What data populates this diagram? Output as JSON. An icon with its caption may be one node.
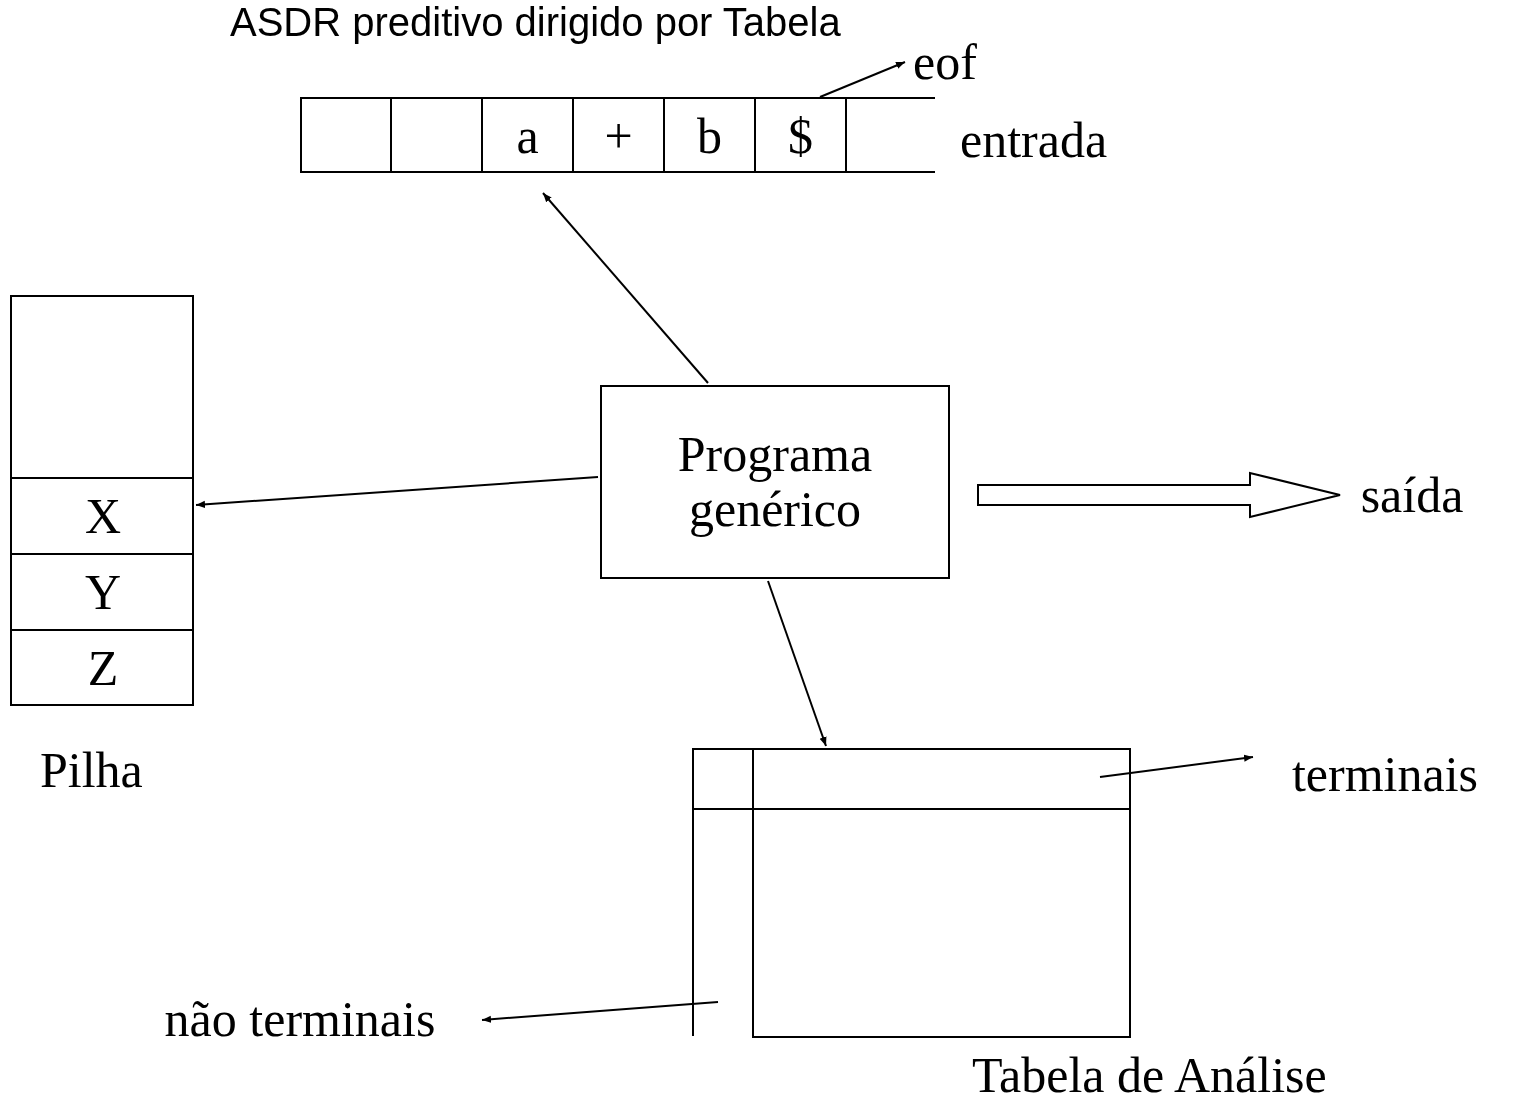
{
  "diagram": {
    "title": "ASDR preditivo dirigido por Tabela",
    "nodes": [
      {
        "text": [],
        "shape": "box",
        "beside": [
          "entrada"
        ]
      },
      {
        "text": [],
        "shape": "box",
        "in": 0
      },
      {
        "text": [],
        "shape": "box",
        "in": 0
      },
      {
        "text": [
          "a"
        ],
        "in": 0
      },
      {
        "text": [
          "+"
        ],
        "in": 0
      },
      {
        "text": [
          "b"
        ],
        "in": 0
      },
      {
        "text": [
          "$"
        ],
        "in": 0
      },
      {
        "text": [],
        "shape": "box",
        "in": 0
      },
      {
        "text": [
          "eof"
        ]
      },
      {
        "text": [],
        "shape": "box",
        "beside": [
          "Pilha"
        ]
      },
      {
        "text": [],
        "shape": "box",
        "in": 9
      },
      {
        "text": [
          "X"
        ],
        "in": 9
      },
      {
        "text": [
          "Y"
        ],
        "in": 9
      },
      {
        "text": [
          "Z"
        ],
        "in": 9
      },
      {
        "text": [
          "Programa genérico"
        ]
      },
      {
        "text": [
          "saída"
        ]
      },
      {
        "text": [],
        "shape": "box",
        "beside": [
          "Tabela de Análise"
        ]
      },
      {
        "text": [],
        "shape": "box",
        "in": 16
      },
      {
        "text": [],
        "shape": "box",
        "in": 16
      },
      {
        "text": [],
        "shape": "box",
        "in": 16
      },
      {
        "text": [],
        "shape": "box",
        "in": 16
      },
      {
        "text": [
          "terminais"
        ]
      },
      {
        "text": [
          "não terminais"
        ]
      }
    ],
    "edges": [
      {
        "from": 6,
        "to": 8,
        "arrow": "to"
      },
      {
        "from": 14,
        "to": 3,
        "arrow": "to"
      },
      {
        "from": 14,
        "to": 11,
        "arrow": "to"
      },
      {
        "from": 14,
        "to": 15,
        "arrow": "to",
        "style": "thick"
      },
      {
        "from": 14,
        "to": 16,
        "arrow": "to"
      },
      {
        "from": 18,
        "to": 21,
        "arrow": "to"
      },
      {
        "from": 19,
        "to": 22,
        "arrow": "to"
      }
    ]
  }
}
